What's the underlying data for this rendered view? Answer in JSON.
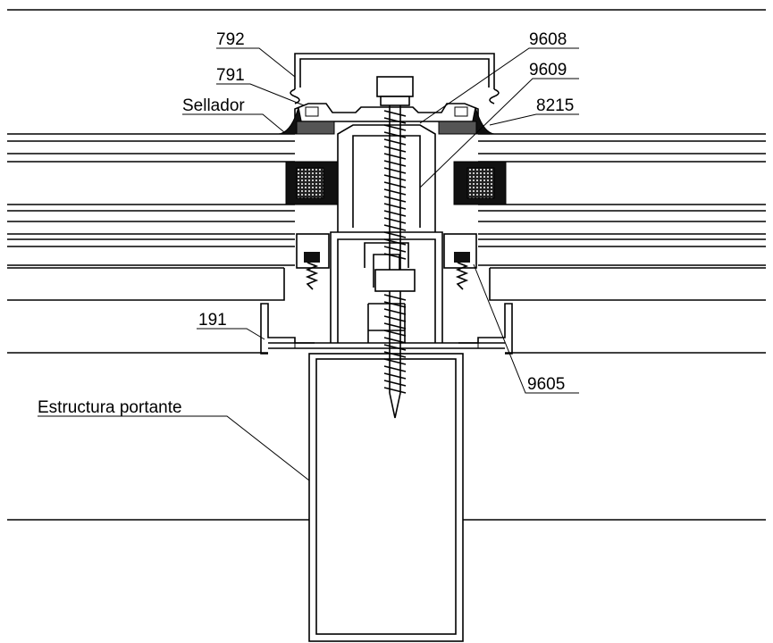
{
  "labels": {
    "l792": "792",
    "l791": "791",
    "sellador": "Sellador",
    "l9608": "9608",
    "l9609": "9609",
    "l8215": "8215",
    "l191": "191",
    "l9605": "9605",
    "estructura": "Estructura portante"
  }
}
